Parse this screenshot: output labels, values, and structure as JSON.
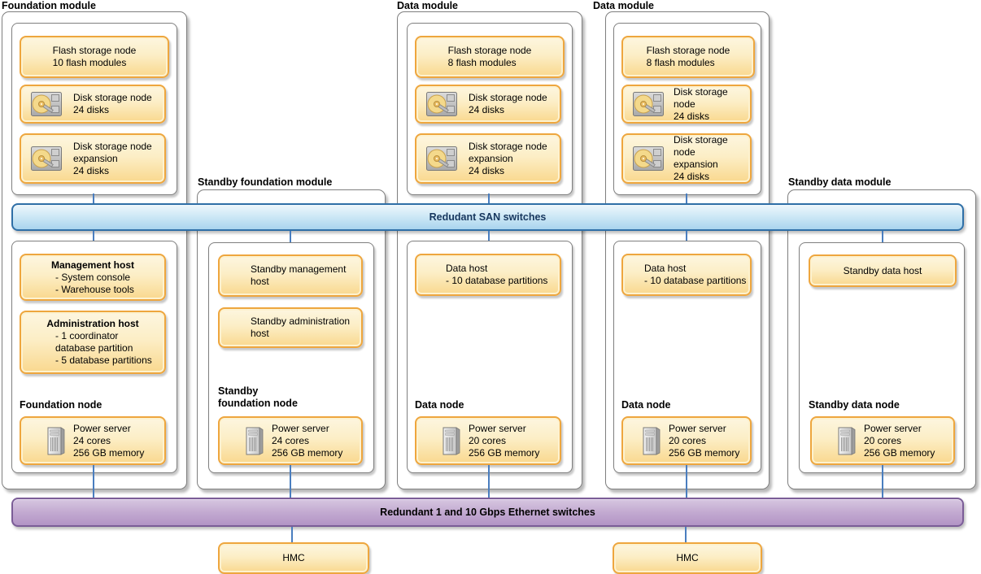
{
  "modules": [
    {
      "label": "Foundation module",
      "flash": {
        "l1": "Flash storage node",
        "l2": "10 flash modules"
      },
      "disk": {
        "l1": "Disk storage node",
        "l2": "24 disks"
      },
      "disk_exp": {
        "l1": "Disk storage node",
        "l2": "expansion",
        "l3": "24 disks"
      },
      "host1": {
        "title": "Management host",
        "b1": "- System console",
        "b2": "- Warehouse tools"
      },
      "host2": {
        "title": "Administration host",
        "b1": "- 1 coordinator",
        "b2": "database partition",
        "b3": "- 5 database partitions"
      },
      "node_label": "Foundation node",
      "server": {
        "l1": "Power server",
        "l2": "24 cores",
        "l3": "256 GB memory"
      }
    },
    {
      "label": "Standby foundation module",
      "host1": {
        "l1": "Standby management",
        "l2": "host"
      },
      "host2": {
        "l1": "Standby administration",
        "l2": "host"
      },
      "node_label_l1": "Standby",
      "node_label_l2": "foundation node",
      "server": {
        "l1": "Power server",
        "l2": "24 cores",
        "l3": "256 GB memory"
      }
    },
    {
      "label": "Data module",
      "flash": {
        "l1": "Flash storage node",
        "l2": "8 flash modules"
      },
      "disk": {
        "l1": "Disk storage node",
        "l2": "24 disks"
      },
      "disk_exp": {
        "l1": "Disk storage node",
        "l2": "expansion",
        "l3": "24 disks"
      },
      "host1": {
        "l1": "Data host",
        "l2": "- 10 database partitions"
      },
      "node_label": "Data node",
      "server": {
        "l1": "Power server",
        "l2": "20 cores",
        "l3": "256 GB memory"
      }
    },
    {
      "label": "Data module",
      "flash": {
        "l1": "Flash storage node",
        "l2": "8 flash modules"
      },
      "disk": {
        "l1": "Disk storage node",
        "l2": "24 disks"
      },
      "disk_exp": {
        "l1": "Disk storage node",
        "l2": "expansion",
        "l3": "24 disks"
      },
      "host1": {
        "l1": "Data host",
        "l2": "- 10 database partitions"
      },
      "node_label": "Data node",
      "server": {
        "l1": "Power server",
        "l2": "20 cores",
        "l3": "256 GB memory"
      }
    },
    {
      "label": "Standby data module",
      "host1": {
        "l1": "Standby data host"
      },
      "node_label": "Standby data node",
      "server": {
        "l1": "Power server",
        "l2": "20 cores",
        "l3": "256 GB memory"
      }
    }
  ],
  "san_band": {
    "label": "Redudant SAN switches"
  },
  "ethernet_band": {
    "label": "Redundant 1 and 10 Gbps Ethernet switches"
  },
  "hmc": [
    {
      "label": "HMC"
    },
    {
      "label": "HMC"
    }
  ],
  "colors": {
    "box_orange_border": "#EEA63E",
    "box_orange_fill_bottom": "#F9D88E",
    "san_band_fill": "#A9D4EE",
    "san_band_border": "#2F6FA7",
    "ethernet_band_fill": "#B294C5",
    "ethernet_band_border": "#7B5D97",
    "connector_blue": "#4A7EBF",
    "outline_gray": "#7F7F7F"
  }
}
